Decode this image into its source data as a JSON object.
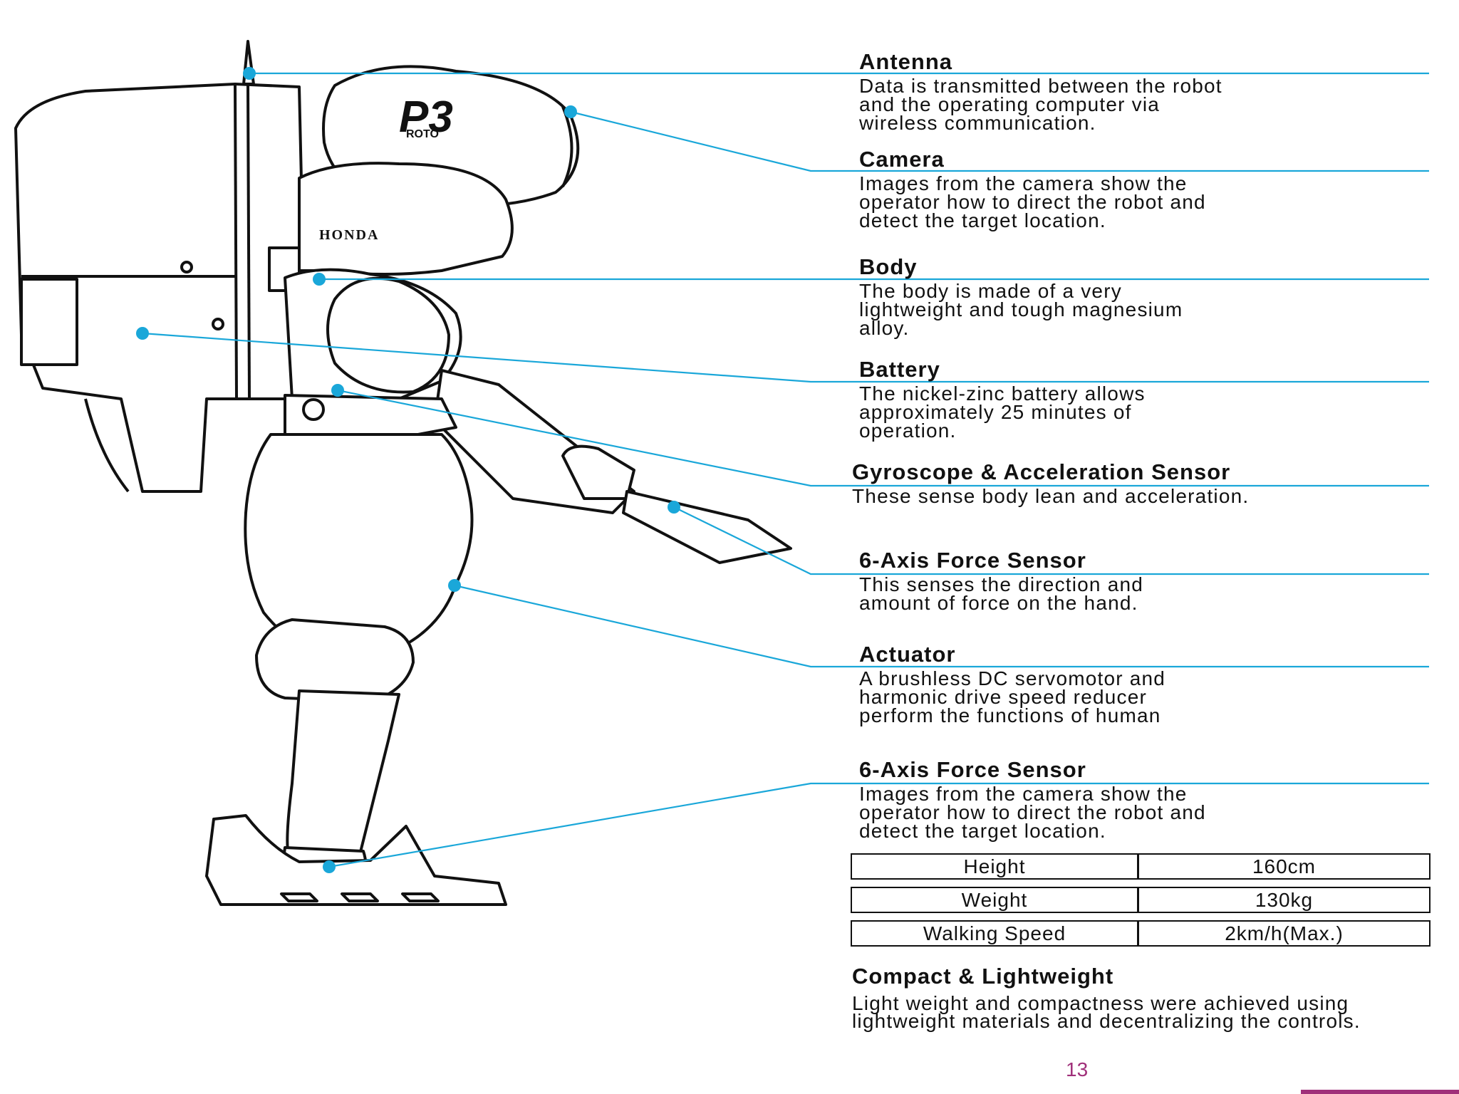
{
  "callouts": [
    {
      "title": "Antenna",
      "desc": "Data is transmitted between the robot\nand the operating computer via\nwireless communication."
    },
    {
      "title": "Camera",
      "desc": "Images from the camera show the\noperator how to direct the robot and\ndetect the target location."
    },
    {
      "title": "Body",
      "desc": "The body is made of a very\nlightweight and tough magnesium\nalloy."
    },
    {
      "title": "Battery",
      "desc": "The nickel-zinc battery allows\napproximately 25 minutes of\noperation."
    },
    {
      "title": "Gyroscope & Acceleration Sensor",
      "desc": "These sense body lean and acceleration."
    },
    {
      "title": "6-Axis Force Sensor",
      "desc": "This senses the direction and\namount of force on the hand."
    },
    {
      "title": "Actuator",
      "desc": "A brushless DC servomotor and\nharmonic drive speed reducer\nperform the functions of human"
    },
    {
      "title": "6-Axis Force Sensor",
      "desc": "Images from the camera show the\noperator how to direct the robot and\ndetect the target location."
    }
  ],
  "specs": [
    {
      "label": "Height",
      "value": "160cm"
    },
    {
      "label": "Weight",
      "value": "130kg"
    },
    {
      "label": "Walking Speed",
      "value": "2km/h(Max.)"
    }
  ],
  "compact": {
    "title": "Compact & Lightweight",
    "desc": "Light weight and compactness were achieved using lightweight materials and decentralizing the controls."
  },
  "robot": {
    "model_logo": "P3",
    "model_sub": "ROTO",
    "brand": "HONDA"
  },
  "page_number": "13",
  "colors": {
    "leader": "#1aa7d9",
    "accent": "#a0307a",
    "ink": "#111111"
  }
}
